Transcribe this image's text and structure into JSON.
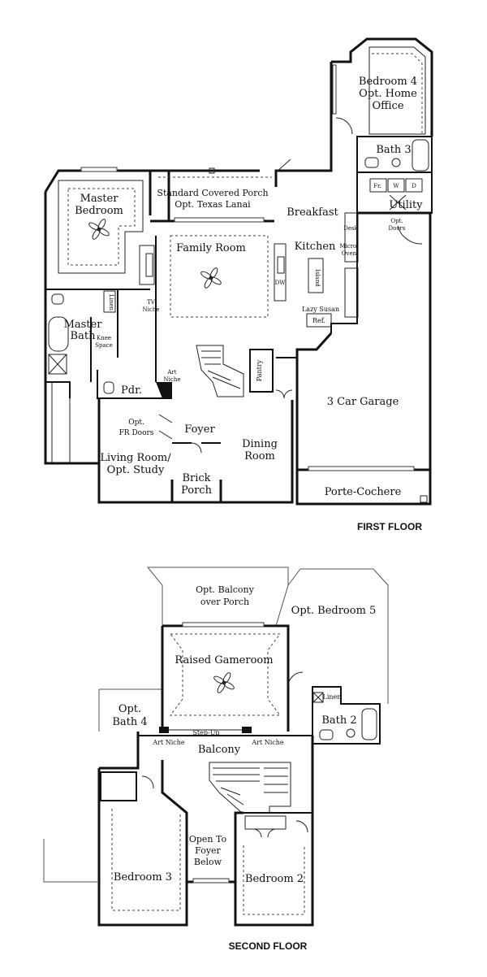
{
  "floors": {
    "first": "FIRST FLOOR",
    "second": "SECOND FLOOR"
  },
  "first_floor_rooms": {
    "bedroom4_a": "Bedroom 4",
    "bedroom4_b": "Opt. Home",
    "bedroom4_c": "Office",
    "bath3": "Bath 3",
    "utility": "Utility",
    "fr": "Fr.",
    "w": "W",
    "d": "D",
    "porch_a": "Standard Covered Porch",
    "porch_b": "Opt. Texas Lanai",
    "breakfast": "Breakfast",
    "master_bed_a": "Master",
    "master_bed_b": "Bedroom",
    "family_room": "Family Room",
    "kitchen": "Kitchen",
    "desk": "Desk",
    "micro_a": "Micro/",
    "micro_b": "Oven",
    "island": "Island",
    "dw": "DW",
    "opt_doors_a": "Opt.",
    "opt_doors_b": "Doors",
    "lazy_susan": "Lazy Susan",
    "ref": "Ref.",
    "tv_niche_a": "TV",
    "tv_niche_b": "Niche",
    "master_bath_a": "Master",
    "master_bath_b": "Bath",
    "knee_space_a": "Knee",
    "knee_space_b": "Space",
    "linen": "Linen",
    "art_niche_a": "Art",
    "art_niche_b": "Niche",
    "pantry": "Pantry",
    "pdr": "Pdr.",
    "garage": "3 Car Garage",
    "fr_doors_a": "Opt.",
    "fr_doors_b": "FR Doors",
    "foyer": "Foyer",
    "dining_a": "Dining",
    "dining_b": "Room",
    "living_a": "Living Room/",
    "living_b": "Opt. Study",
    "brick_a": "Brick",
    "brick_b": "Porch",
    "porte": "Porte-Cochere"
  },
  "second_floor_rooms": {
    "balcony_a": "Opt. Balcony",
    "balcony_b": "over Porch",
    "bed5": "Opt. Bedroom 5",
    "gameroom": "Raised Gameroom",
    "bath4_a": "Opt.",
    "bath4_b": "Bath 4",
    "linen": "Linen",
    "bath2": "Bath 2",
    "art_niche_left": "Art Niche",
    "step_up": "Step-Up",
    "art_niche_right": "Art Niche",
    "balcony": "Balcony",
    "open_a": "Open To",
    "open_b": "Foyer",
    "open_c": "Below",
    "bed3": "Bedroom 3",
    "bed2": "Bedroom 2"
  }
}
